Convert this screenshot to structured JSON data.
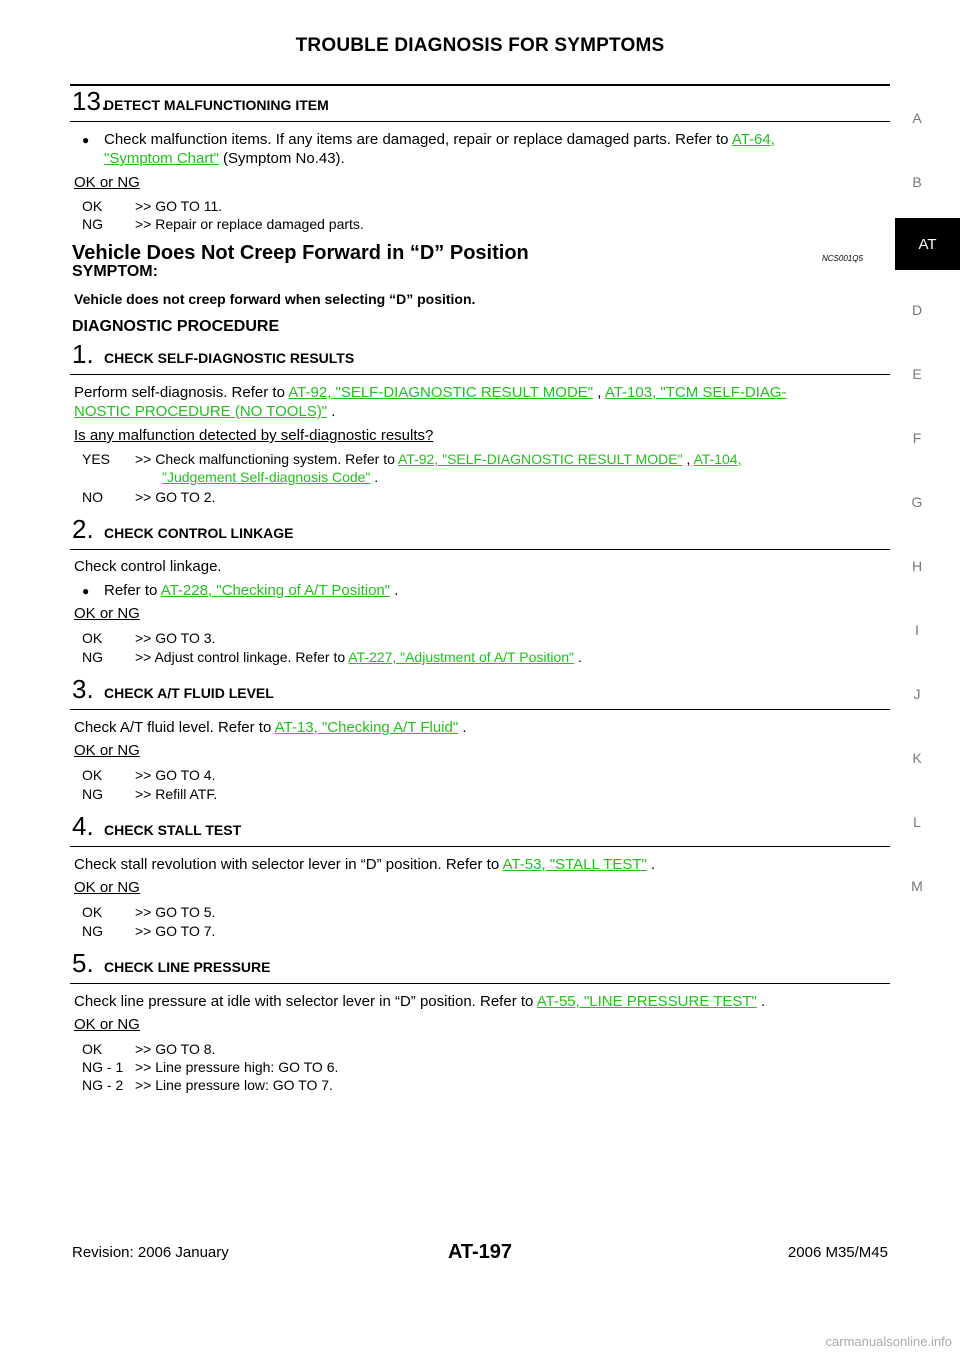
{
  "header": {
    "title": "TROUBLE DIAGNOSIS FOR SYMPTOMS"
  },
  "side_nav": {
    "letters": [
      "A",
      "B",
      "AT",
      "D",
      "E",
      "F",
      "G",
      "H",
      "I",
      "J",
      "K",
      "L",
      "M"
    ]
  },
  "step13": {
    "num": "13.",
    "title": "DETECT MALFUNCTIONING ITEM",
    "bullet_text_1": "Check  malfunction  items.  If  any  items  are  damaged,  repair  or  replace  damaged  parts.  Refer  to",
    "link1": "AT-64,",
    "link2": "\"Symptom Chart\"",
    "after_link": " (Symptom No.43).",
    "okng": "OK or NG",
    "r1_k": "OK",
    "r1_v": ">> GO TO 11.",
    "r2_k": "NG",
    "r2_v": ">> Repair or replace damaged parts."
  },
  "section": {
    "title": "Vehicle Does Not Creep Forward in “D” Position",
    "code": "NCS001Q5",
    "symptom_label": "SYMPTOM:",
    "symptom_text": "Vehicle does not creep forward when selecting “D” position.",
    "diag_label": "DIAGNOSTIC PROCEDURE"
  },
  "step1": {
    "num": "1.",
    "title": "CHECK SELF-DIAGNOSTIC RESULTS",
    "text": "Perform self-diagnosis. Refer to",
    "link1": "AT-92, \"SELF-DIAGNOSTIC RESULT MODE\"",
    "sep": " , ",
    "link2a": "AT-103, \"TCM SELF-DIAG-",
    "link2b": "NOSTIC PROCEDURE (NO TOOLS)\"",
    "end": " .",
    "question": "Is any malfunction detected by self-diagnostic results?",
    "yes_k": "YES",
    "yes_v": ">> Check  malfunctioning  system.  Refer  to",
    "yes_link1": "AT-92, \"SELF-DIAGNOSTIC RESULT MODE\"",
    "yes_sep": " , ",
    "yes_link2": "AT-104,",
    "yes_link3": "\"Judgement Self-diagnosis Code\"",
    "yes_end": " .",
    "no_k": "NO",
    "no_v": ">> GO TO 2."
  },
  "step2": {
    "num": "2.",
    "title": "CHECK CONTROL LINKAGE",
    "text": "Check control linkage.",
    "bullet_text": "Refer to",
    "link": "AT-228, \"Checking of A/T Position\"",
    "end": " .",
    "okng": "OK or NG",
    "r1_k": "OK",
    "r1_v": ">> GO TO 3.",
    "r2_k": "NG",
    "r2_v": ">> Adjust control linkage. Refer to",
    "r2_link": "AT-227, \"Adjustment of A/T Position\"",
    "r2_end": " ."
  },
  "step3": {
    "num": "3.",
    "title": "CHECK A/T FLUID LEVEL",
    "text": "Check A/T fluid level. Refer to",
    "link": "AT-13, \"Checking A/T Fluid\"",
    "end": " .",
    "okng": "OK or NG",
    "r1_k": "OK",
    "r1_v": ">> GO TO 4.",
    "r2_k": "NG",
    "r2_v": ">> Refill ATF."
  },
  "step4": {
    "num": "4.",
    "title": "CHECK STALL TEST",
    "text": "Check stall revolution with selector lever in “D” position. Refer to",
    "link": "AT-53, \"STALL TEST\"",
    "end": " .",
    "okng": "OK or NG",
    "r1_k": "OK",
    "r1_v": ">> GO TO 5.",
    "r2_k": "NG",
    "r2_v": ">> GO TO 7."
  },
  "step5": {
    "num": "5.",
    "title": "CHECK LINE PRESSURE",
    "text": "Check line pressure at idle with selector lever in “D” position. Refer to",
    "link": "AT-55, \"LINE PRESSURE TEST\"",
    "end": " .",
    "okng": "OK or NG",
    "r1_k": "OK",
    "r1_v": ">> GO TO 8.",
    "r2_k": "NG - 1",
    "r2_v": ">> Line pressure high: GO TO 6.",
    "r3_k": "NG - 2",
    "r3_v": ">> Line pressure low: GO TO 7."
  },
  "footer": {
    "revision": "Revision: 2006 January",
    "page": "AT-197",
    "model": "2006 M35/M45",
    "watermark": "carmanualsonline.info"
  }
}
